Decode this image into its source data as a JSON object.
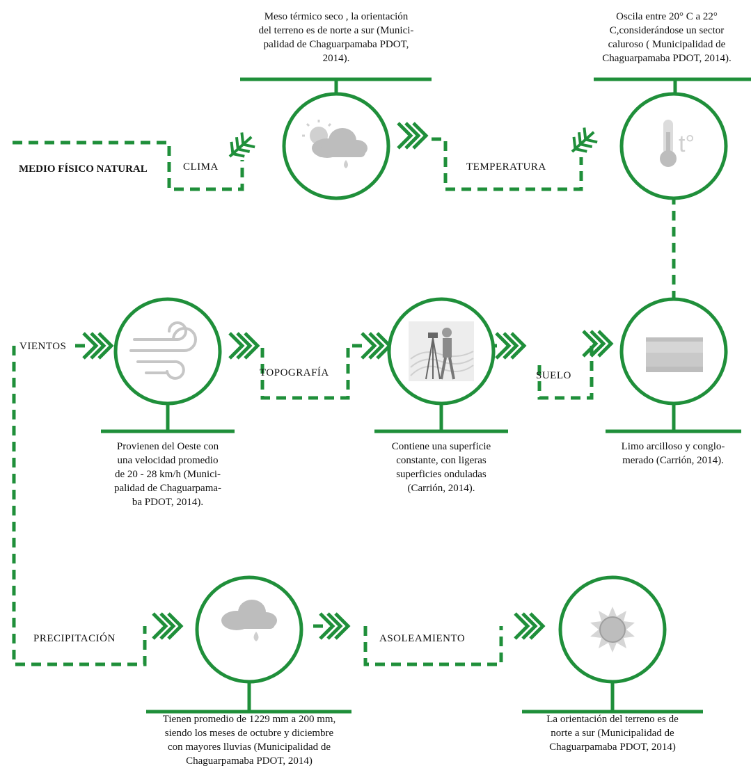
{
  "colors": {
    "green": "#1f8f3a",
    "icon_gray": "#c4c4c4",
    "text": "#111111"
  },
  "title": "MEDIO FÍSICO NATURAL",
  "nodes": {
    "clima": {
      "label": "CLIMA",
      "icon": "sun-cloud-icon",
      "description": [
        "Meso térmico seco , la orientación",
        "del terreno es de norte a sur (Munici-",
        "palidad de Chaguarpamaba PDOT,",
        "2014)."
      ]
    },
    "temperatura": {
      "label": "TEMPERATURA",
      "icon": "thermometer-icon",
      "icon_text": "t°",
      "description": [
        "Oscila entre 20° C a 22°",
        "C,considerándose un sector",
        "caluroso ( Municipalidad de",
        "Chaguarpamaba PDOT, 2014)."
      ]
    },
    "vientos": {
      "label": "VIENTOS",
      "icon": "wind-icon",
      "description": [
        "Provienen del Oeste con",
        "una velocidad promedio",
        "de 20 - 28 km/h (Munici-",
        "palidad de Chaguarpama-",
        "ba PDOT, 2014)."
      ]
    },
    "topografia": {
      "label": "TOPOGRAFÍA",
      "icon": "surveyor-icon",
      "description": [
        "Contiene una superficie",
        "constante, con ligeras",
        "superficies onduladas",
        "(Carrión, 2014)."
      ]
    },
    "suelo": {
      "label": "SUELO",
      "icon": "soil-icon",
      "description": [
        "Limo arcilloso y conglo-",
        "merado  (Carrión, 2014)."
      ]
    },
    "precipitacion": {
      "label": "PRECIPITACIÓN",
      "icon": "rain-cloud-icon",
      "description": [
        "Tienen promedio de 1229 mm a 200 mm,",
        "siendo los meses de octubre y diciembre",
        "con mayores lluvias (Municipalidad de",
        "Chaguarpamaba PDOT, 2014)"
      ]
    },
    "asoleamiento": {
      "label": "ASOLEAMIENTO",
      "icon": "sun-icon",
      "description": [
        "La orientación del terreno es de",
        "norte a sur (Municipalidad de",
        "Chaguarpamaba PDOT, 2014)"
      ]
    }
  }
}
